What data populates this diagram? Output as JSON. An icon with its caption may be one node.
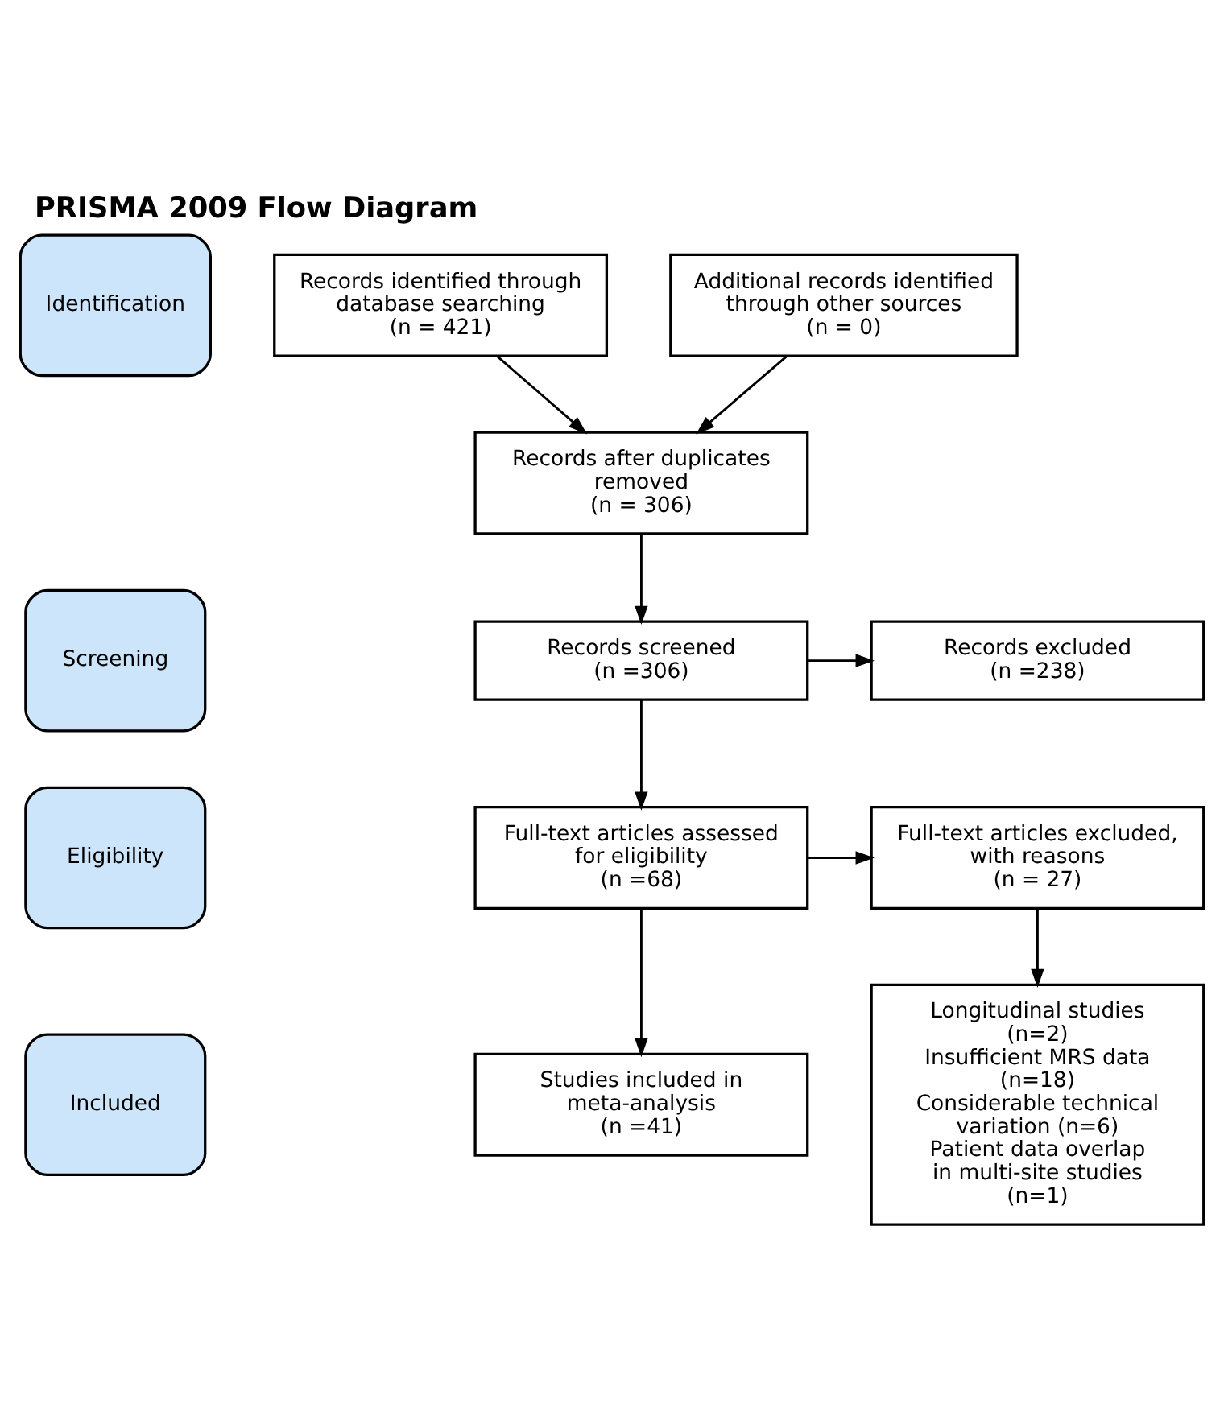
{
  "diagram": {
    "title": "PRISMA 2009 Flow Diagram",
    "nodes": [
      {
        "text": [
          "Identification"
        ]
      },
      {
        "text": [
          "Screening"
        ]
      },
      {
        "text": [
          "Eligibility"
        ]
      },
      {
        "text": [
          "Included"
        ]
      },
      {
        "text": [
          "Records identified through database searching",
          "(n = 421)"
        ]
      },
      {
        "text": [
          "Additional records identified through other sources",
          "(n = 0)"
        ]
      },
      {
        "text": [
          "Records after duplicates removed",
          "(n = 306)"
        ]
      },
      {
        "text": [
          "Records screened",
          "(n =306)"
        ]
      },
      {
        "text": [
          "Records excluded",
          "(n =238)"
        ]
      },
      {
        "text": [
          "Full-text articles assessed for eligibility",
          "(n =68)"
        ]
      },
      {
        "text": [
          "Full-text articles excluded, with reasons",
          "(n = 27)"
        ]
      },
      {
        "text": [
          "Longitudinal studies (n=2)",
          "Insufficient MRS data (n=18)",
          "Considerable technical variation (n=6)",
          "Patient data overlap in multi-site studies (n=1)"
        ]
      },
      {
        "text": [
          "Studies included in meta-analysis",
          "(n =41)"
        ]
      }
    ],
    "edges": [
      {
        "from": 4,
        "to": 6,
        "arrow": "to"
      },
      {
        "from": 5,
        "to": 6,
        "arrow": "to"
      },
      {
        "from": 6,
        "to": 7,
        "arrow": "to"
      },
      {
        "from": 7,
        "to": 8,
        "arrow": "to"
      },
      {
        "from": 7,
        "to": 9,
        "arrow": "to"
      },
      {
        "from": 9,
        "to": 10,
        "arrow": "to"
      },
      {
        "from": 10,
        "to": 11,
        "arrow": "to"
      },
      {
        "from": 9,
        "to": 12,
        "arrow": "to"
      }
    ]
  }
}
